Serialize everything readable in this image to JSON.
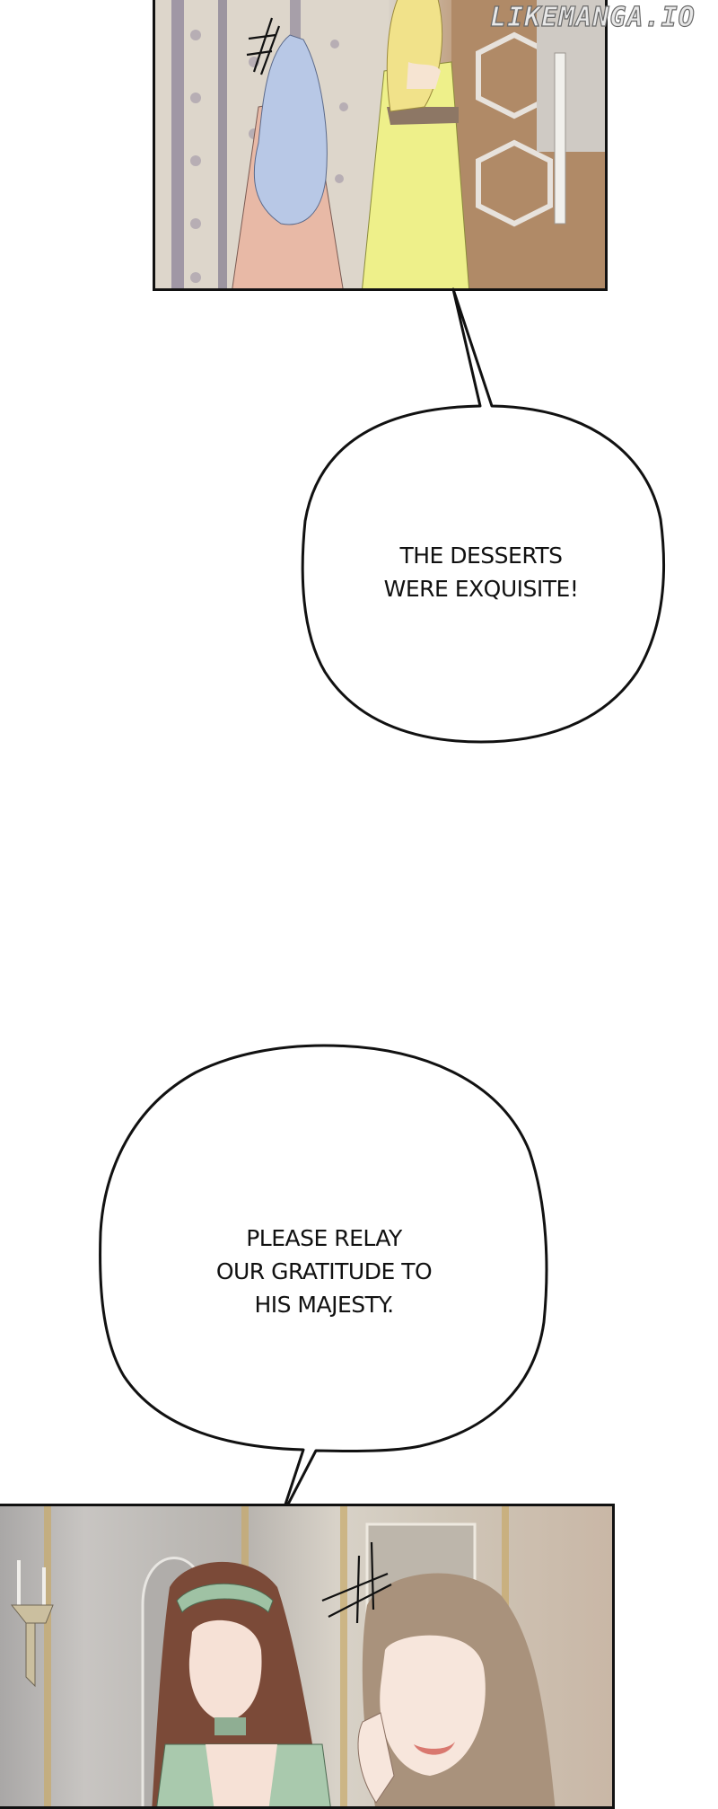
{
  "page": {
    "type": "webtoon-strip",
    "background": "#ffffff"
  },
  "watermark": {
    "text": "LIKEMANGA.IO"
  },
  "panels": [
    {
      "id": "panel-1",
      "description": "Two women seen from behind: silver-blue long wavy hair in pink tiered dress, blonde in yellow off-shoulder gown with brown sash, patterned carpet and ornate chair",
      "sfx": "tension-lines"
    },
    {
      "id": "panel-2",
      "description": "Two women laughing: brunette with green headband and green dress, light-brown ponytail girl with hand on cheek, ornate grey wall with candle sconce",
      "sfx": "tension-lines"
    }
  ],
  "bubbles": [
    {
      "id": "bubble-1",
      "lines": [
        "THE DESSERTS",
        "WERE EXQUISITE!"
      ]
    },
    {
      "id": "bubble-2",
      "lines": [
        "PLEASE RELAY",
        "OUR GRATITUDE TO",
        "HIS MAJESTY."
      ]
    }
  ],
  "colors": {
    "outline": "#111111",
    "yellow_dress": "#eef08a",
    "pink_dress": "#e9b9a8",
    "silver_hair": "#b9c9e6",
    "blonde_hair": "#f1e28a",
    "green_dress": "#9fc2a4",
    "brown_hair": "#7b4a38",
    "ponytail_hair": "#a9927c"
  }
}
